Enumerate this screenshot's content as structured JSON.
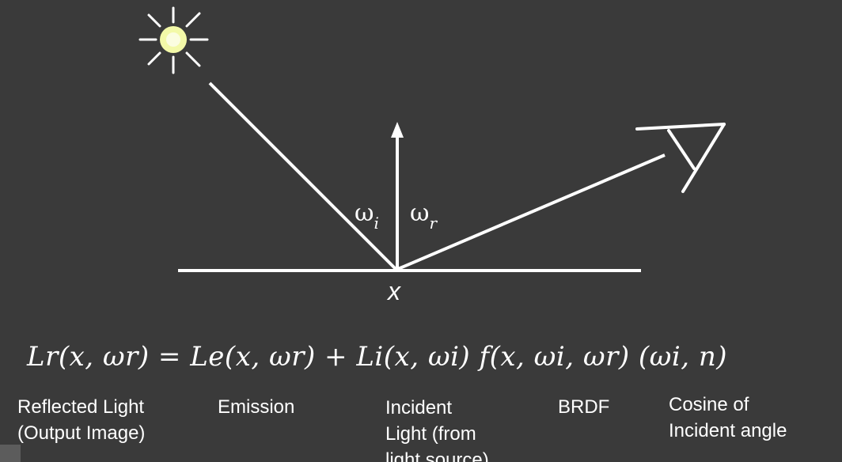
{
  "diagram": {
    "omega_i": {
      "symbol": "ω",
      "sub": "i"
    },
    "omega_r": {
      "symbol": "ω",
      "sub": "r"
    },
    "point": "x",
    "colors": {
      "background": "#3a3a3a",
      "stroke": "#ffffff",
      "sun_glow": "#f3f9a8"
    },
    "icons": [
      "sun-icon",
      "eye-icon"
    ]
  },
  "equation": "Lr(x, ωr) = Le(x, ωr) + Li(x, ωi)  f(x, ωi, ωr)  (ωi, n)",
  "terms": [
    {
      "lines": [
        "Reflected Light",
        "(Output Image)"
      ]
    },
    {
      "lines": [
        "Emission"
      ]
    },
    {
      "lines": [
        "Incident",
        "Light (from",
        "light source)"
      ]
    },
    {
      "lines": [
        "BRDF"
      ]
    },
    {
      "lines": [
        "Cosine of",
        "Incident angle"
      ]
    }
  ]
}
